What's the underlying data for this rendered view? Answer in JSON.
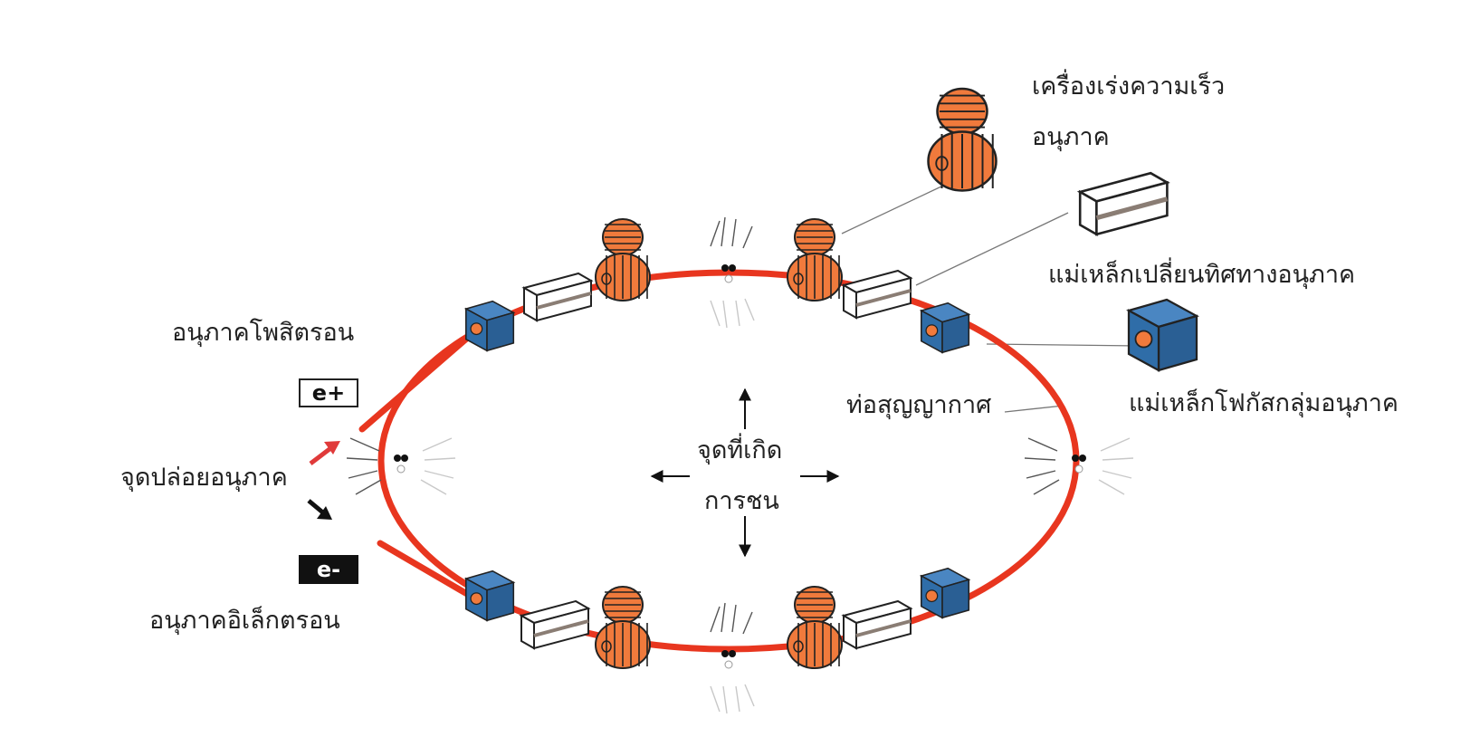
{
  "labels": {
    "accelerator_line1": "เครื่องเร่งความเร็ว",
    "accelerator_line2": "อนุภาค",
    "bending_magnet": "แม่เหล็กเปลี่ยนทิศทางอนุภาค",
    "focusing_magnet": "แม่เหล็กโฟกัสกลุ่มอนุภาค",
    "vacuum_pipe": "ท่อสุญญากาศ",
    "collision_line1": "จุดที่เกิด",
    "collision_line2": "การชน",
    "positron_label": "อนุภาคโพสิตรอน",
    "positron_symbol": "e+",
    "electron_label": "อนุภาคอิเล็กตรอน",
    "electron_symbol": "e-",
    "injection_point": "จุดปล่อยอนุภาค"
  },
  "colors": {
    "beam_pipe": "#e8361f",
    "accelerator": "#f07a3c",
    "focusing_magnet": "#2f6da8",
    "bending_magnet": "#ffffff",
    "positron_arrow": "#e03a3a",
    "electron_arrow": "#111111"
  },
  "icons": {
    "accelerator": "rf-cavity-icon",
    "bending_magnet": "dipole-magnet-icon",
    "focusing_magnet": "quadrupole-magnet-icon",
    "collision": "collision-burst-icon"
  }
}
